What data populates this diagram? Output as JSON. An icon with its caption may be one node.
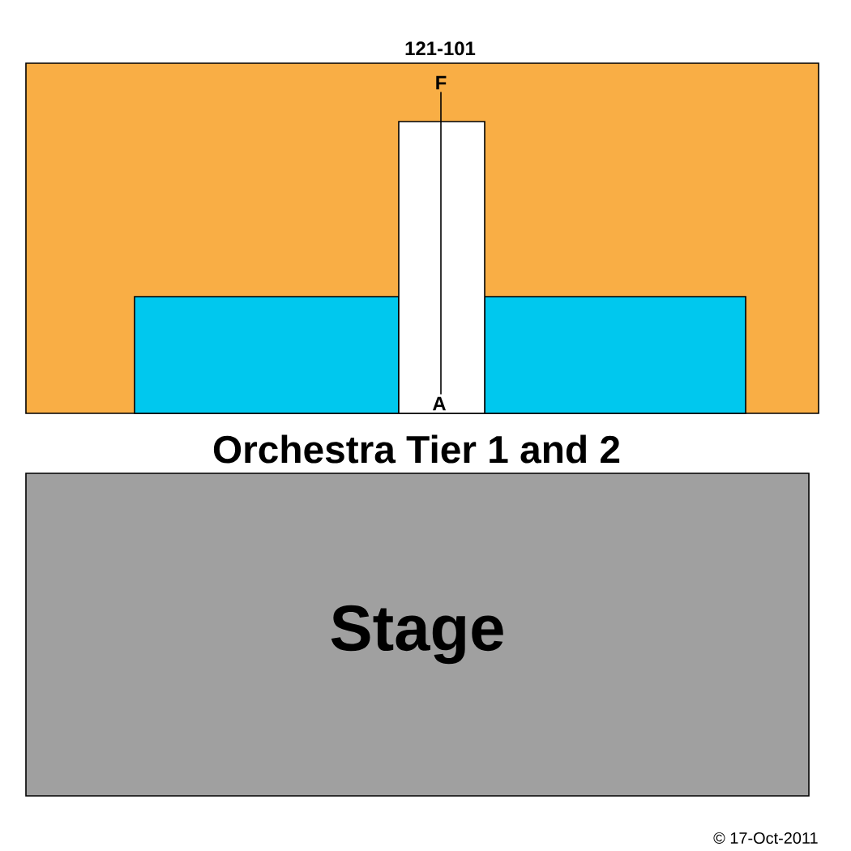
{
  "diagram": {
    "nodes": [
      {
        "text": [
          "121-101"
        ]
      },
      {
        "text": [],
        "shape": "box",
        "in": 0
      },
      {
        "text": [],
        "shape": "box",
        "in": 0
      },
      {
        "text": [],
        "shape": "box",
        "in": 0
      },
      {
        "text": [
          "F"
        ],
        "in": 0
      },
      {
        "text": [
          "A"
        ],
        "in": 3
      },
      {
        "text": [
          "Stage"
        ]
      }
    ],
    "edges": [
      {
        "from": 4,
        "to": 5,
        "arrow": "none"
      }
    ],
    "labels": [
      "Orchestra Tier 1 and 2",
      "© 17-Oct-2011"
    ]
  }
}
